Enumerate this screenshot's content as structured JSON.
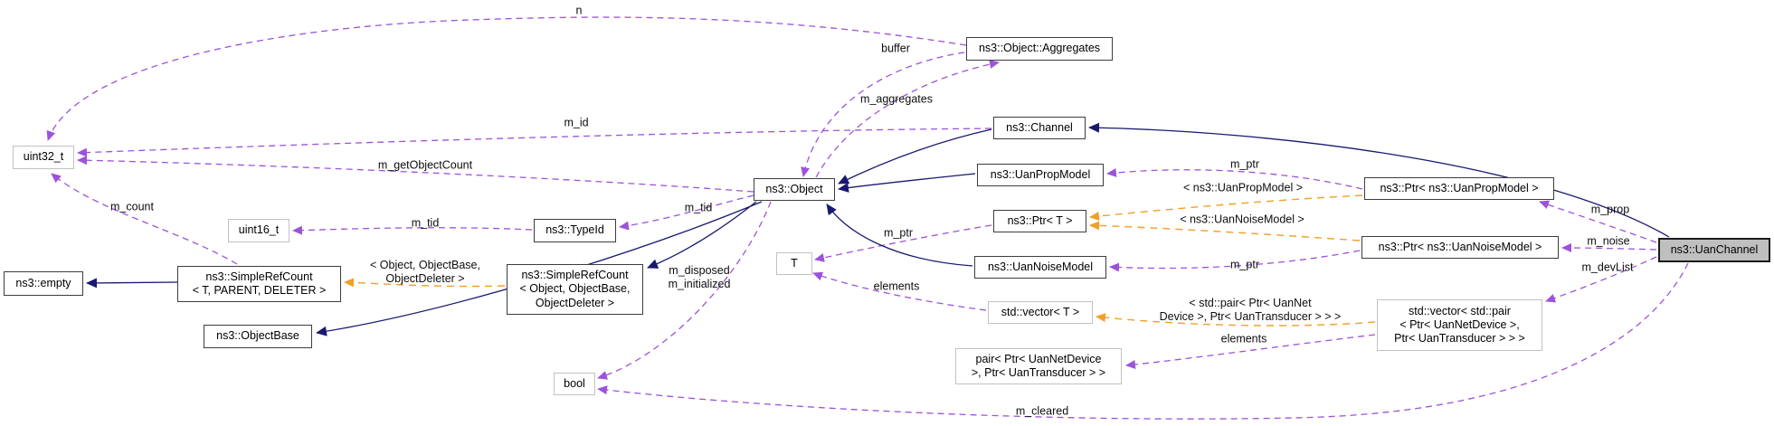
{
  "diagram": {
    "kind": "collaboration-graph",
    "focus_node": "ns3::UanChannel",
    "colors": {
      "usage_edge": "#9d53d9",
      "template_edge": "#efa028",
      "inheritance_edge": "#191970",
      "node_border": "#3d3d3d",
      "external_node_border": "#c2c2c2",
      "focus_node_fill": "#bfbfbf"
    },
    "nodes": {
      "uint32_t": {
        "label": "uint32_t"
      },
      "empty": {
        "label": "ns3::empty"
      },
      "src_generic": {
        "label": "ns3::SimpleRefCount\n< T, PARENT, DELETER >"
      },
      "uint16_t": {
        "label": "uint16_t"
      },
      "objectbase": {
        "label": "ns3::ObjectBase"
      },
      "typeid": {
        "label": "ns3::TypeId"
      },
      "src_object": {
        "label": "ns3::SimpleRefCount\n< Object, ObjectBase,\nObjectDeleter >"
      },
      "object": {
        "label": "ns3::Object"
      },
      "t_param": {
        "label": "T"
      },
      "bool": {
        "label": "bool"
      },
      "aggregates": {
        "label": "ns3::Object::Aggregates"
      },
      "channel": {
        "label": "ns3::Channel"
      },
      "uanpropmodel": {
        "label": "ns3::UanPropModel"
      },
      "ptr_t": {
        "label": "ns3::Ptr< T >"
      },
      "uannoisemodel": {
        "label": "ns3::UanNoiseModel"
      },
      "vector_t": {
        "label": "std::vector< T >"
      },
      "pair": {
        "label": "pair< Ptr< UanNetDevice\n >, Ptr< UanTransducer > >"
      },
      "ptr_propmodel": {
        "label": "ns3::Ptr< ns3::UanPropModel >"
      },
      "ptr_noisemodel": {
        "label": "ns3::Ptr< ns3::UanNoiseModel >"
      },
      "vector_pair": {
        "label": "std::vector< std::pair\n< Ptr< UanNetDevice >,\n Ptr< UanTransducer > > >"
      },
      "uanchannel": {
        "label": "ns3::UanChannel"
      }
    },
    "edge_labels": {
      "n": "n",
      "buffer": "buffer",
      "m_aggregates": "m_aggregates",
      "m_id": "m_id",
      "m_getObjectCount": "m_getObjectCount",
      "m_count": "m_count",
      "m_tid_typeid": "m_tid",
      "m_tid_object": "m_tid",
      "m_disposed_initialized": "m_disposed\nm_initialized",
      "tmpl_src": "< Object, ObjectBase,\nObjectDeleter >",
      "m_ptr_t": "m_ptr",
      "elements_t": "elements",
      "m_ptr_prop": "m_ptr",
      "tmpl_prop": "< ns3::UanPropModel >",
      "tmpl_noise": "< ns3::UanNoiseModel >",
      "m_ptr_noise": "m_ptr",
      "tmpl_vector": "< std::pair< Ptr< UanNet\nDevice >, Ptr< UanTransducer > > >",
      "elements_pair": "elements",
      "m_prop": "m_prop",
      "m_noise": "m_noise",
      "m_devList": "m_devList",
      "m_cleared": "m_cleared"
    },
    "edges": [
      {
        "from": "ns3::Object::Aggregates",
        "to": "uint32_t",
        "label": "n",
        "type": "usage"
      },
      {
        "from": "ns3::Channel",
        "to": "uint32_t",
        "label": "m_id",
        "type": "usage"
      },
      {
        "from": "ns3::Object",
        "to": "uint32_t",
        "label": "m_getObjectCount",
        "type": "usage"
      },
      {
        "from": "ns3::SimpleRefCount< T, PARENT, DELETER >",
        "to": "uint32_t",
        "label": "m_count",
        "type": "usage"
      },
      {
        "from": "ns3::Object::Aggregates",
        "to": "ns3::Object",
        "label": "buffer",
        "type": "usage"
      },
      {
        "from": "ns3::Object",
        "to": "ns3::Object::Aggregates",
        "label": "m_aggregates",
        "type": "usage"
      },
      {
        "from": "ns3::TypeId",
        "to": "uint16_t",
        "label": "m_tid",
        "type": "usage"
      },
      {
        "from": "ns3::Object",
        "to": "ns3::TypeId",
        "label": "m_tid",
        "type": "usage"
      },
      {
        "from": "ns3::Object",
        "to": "bool",
        "label": "m_disposed m_initialized",
        "type": "usage"
      },
      {
        "from": "ns3::UanChannel",
        "to": "bool",
        "label": "m_cleared",
        "type": "usage"
      },
      {
        "from": "ns3::Ptr< T >",
        "to": "T",
        "label": "m_ptr",
        "type": "usage"
      },
      {
        "from": "std::vector< T >",
        "to": "T",
        "label": "elements",
        "type": "usage"
      },
      {
        "from": "ns3::Ptr< ns3::UanPropModel >",
        "to": "ns3::UanPropModel",
        "label": "m_ptr",
        "type": "usage"
      },
      {
        "from": "ns3::Ptr< ns3::UanNoiseModel >",
        "to": "ns3::UanNoiseModel",
        "label": "m_ptr",
        "type": "usage"
      },
      {
        "from": "ns3::Ptr< ns3::UanPropModel >",
        "to": "ns3::Ptr< T >",
        "label": "< ns3::UanPropModel >",
        "type": "template"
      },
      {
        "from": "ns3::Ptr< ns3::UanNoiseModel >",
        "to": "ns3::Ptr< T >",
        "label": "< ns3::UanNoiseModel >",
        "type": "template"
      },
      {
        "from": "std::vector< std::pair< Ptr< UanNetDevice >, Ptr< UanTransducer > > >",
        "to": "std::vector< T >",
        "label": "< std::pair< Ptr< UanNetDevice >, Ptr< UanTransducer > > >",
        "type": "template"
      },
      {
        "from": "std::vector< std::pair< Ptr< UanNetDevice >, Ptr< UanTransducer > > >",
        "to": "pair< Ptr< UanNetDevice >, Ptr< UanTransducer > >",
        "label": "elements",
        "type": "usage"
      },
      {
        "from": "ns3::UanChannel",
        "to": "ns3::Ptr< ns3::UanPropModel >",
        "label": "m_prop",
        "type": "usage"
      },
      {
        "from": "ns3::UanChannel",
        "to": "ns3::Ptr< ns3::UanNoiseModel >",
        "label": "m_noise",
        "type": "usage"
      },
      {
        "from": "ns3::UanChannel",
        "to": "std::vector< std::pair< Ptr< UanNetDevice >, Ptr< UanTransducer > > >",
        "label": "m_devList",
        "type": "usage"
      },
      {
        "from": "ns3::SimpleRefCount< T, PARENT, DELETER >",
        "to": "ns3::empty",
        "type": "inheritance"
      },
      {
        "from": "ns3::SimpleRefCount< Object, ObjectBase, ObjectDeleter >",
        "to": "ns3::SimpleRefCount< T, PARENT, DELETER >",
        "label": "< Object, ObjectBase, ObjectDeleter >",
        "type": "template"
      },
      {
        "from": "ns3::Object",
        "to": "ns3::SimpleRefCount< Object, ObjectBase, ObjectDeleter >",
        "type": "inheritance"
      },
      {
        "from": "ns3::Object",
        "to": "ns3::ObjectBase",
        "type": "inheritance"
      },
      {
        "from": "ns3::Channel",
        "to": "ns3::Object",
        "type": "inheritance"
      },
      {
        "from": "ns3::UanPropModel",
        "to": "ns3::Object",
        "type": "inheritance"
      },
      {
        "from": "ns3::UanNoiseModel",
        "to": "ns3::Object",
        "type": "inheritance"
      },
      {
        "from": "ns3::UanChannel",
        "to": "ns3::Channel",
        "type": "inheritance"
      }
    ]
  }
}
